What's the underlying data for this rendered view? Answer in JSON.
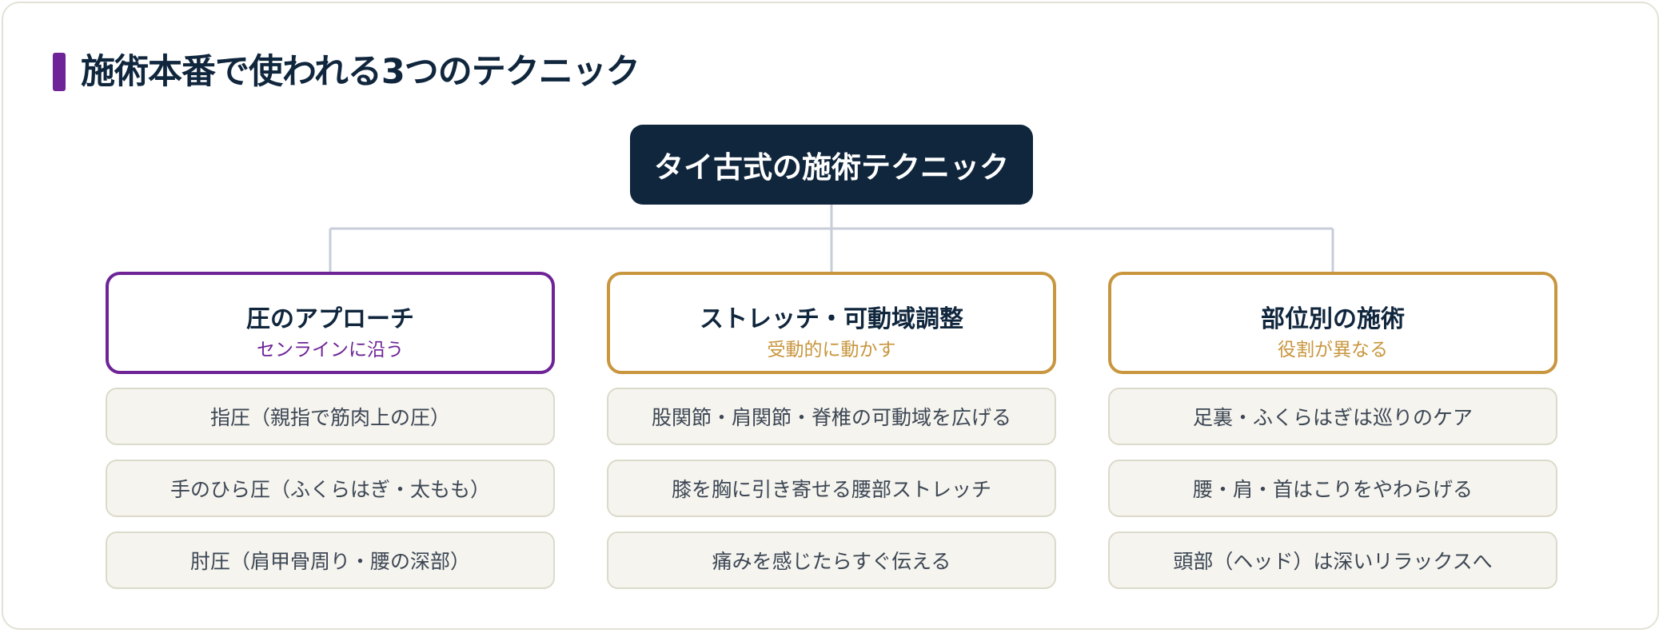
{
  "title": "施術本番で使われる3つのテクニック",
  "root": "タイ古式の施術テクニック",
  "colors": {
    "navy": "#10263d",
    "purple": "#6e2396",
    "gold": "#c8963e",
    "connector": "#c7ced8"
  },
  "columns": [
    {
      "heading": "圧のアプローチ",
      "subheading": "センラインに沿う",
      "accent": "purple",
      "items": [
        "指圧（親指で筋肉上の圧）",
        "手のひら圧（ふくらはぎ・太もも）",
        "肘圧（肩甲骨周り・腰の深部）"
      ]
    },
    {
      "heading": "ストレッチ・可動域調整",
      "subheading": "受動的に動かす",
      "accent": "gold",
      "items": [
        "股関節・肩関節・脊椎の可動域を広げる",
        "膝を胸に引き寄せる腰部ストレッチ",
        "痛みを感じたらすぐ伝える"
      ]
    },
    {
      "heading": "部位別の施術",
      "subheading": "役割が異なる",
      "accent": "gold",
      "items": [
        "足裏・ふくらはぎは巡りのケア",
        "腰・肩・首はこりをやわらげる",
        "頭部（ヘッド）は深いリラックスへ"
      ]
    }
  ]
}
